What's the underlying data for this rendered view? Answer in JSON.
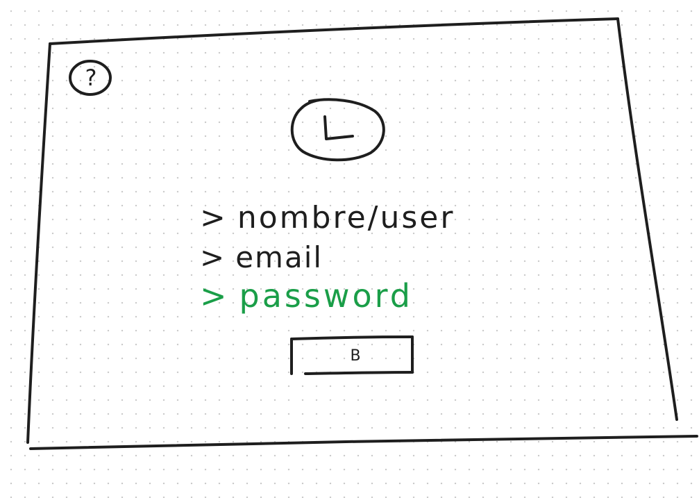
{
  "help": {
    "icon": "question-mark-icon",
    "glyph": "?"
  },
  "logo": {
    "icon": "clock-icon"
  },
  "form": {
    "fields": [
      {
        "name": "nombre-user",
        "caret": ">",
        "label": "nombre/user"
      },
      {
        "name": "email",
        "caret": ">",
        "label": "email"
      },
      {
        "name": "password",
        "caret": ">",
        "label": "password"
      }
    ],
    "submit_label": "B"
  },
  "colors": {
    "ink": "#1e1e1e",
    "active": "#1a9e48",
    "background": "#ffffff",
    "grid_dot": "#c9c9c9"
  }
}
